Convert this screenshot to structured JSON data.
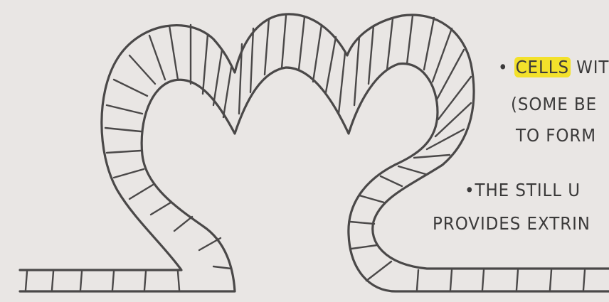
{
  "notes": {
    "line1_bullet": "•",
    "line1_highlight": "CELLS",
    "line1_rest": " WIT",
    "line2": "(SOME BE",
    "line3": "TO FORM",
    "line4": "•THE STILL U",
    "line5": "PROVIDES EXTRIN"
  },
  "colors": {
    "paper": "#e9e6e4",
    "ink": "#4a4848",
    "highlight": "#f3e12b"
  }
}
